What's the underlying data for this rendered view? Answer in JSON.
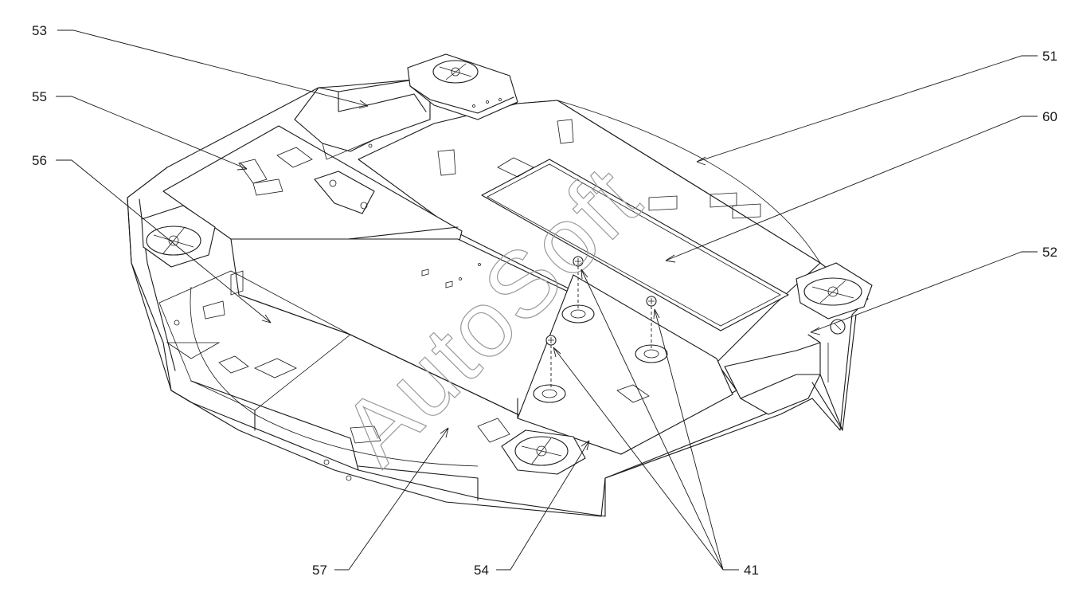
{
  "watermark": "AutoSoft",
  "callouts": [
    {
      "id": "c53",
      "text": "53"
    },
    {
      "id": "c51",
      "text": "51"
    },
    {
      "id": "c55",
      "text": "55"
    },
    {
      "id": "c60",
      "text": "60"
    },
    {
      "id": "c56",
      "text": "56"
    },
    {
      "id": "c52",
      "text": "52"
    },
    {
      "id": "c57",
      "text": "57"
    },
    {
      "id": "c54",
      "text": "54"
    },
    {
      "id": "c41",
      "text": "41"
    }
  ]
}
